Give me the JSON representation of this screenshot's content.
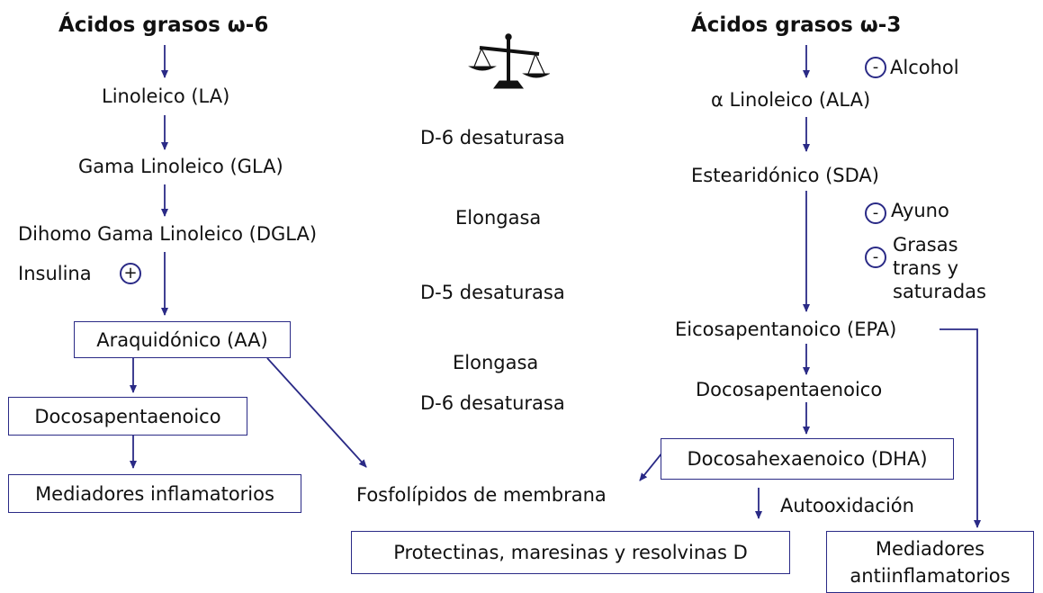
{
  "omega6": {
    "title": "Ácidos grasos ω-6",
    "la": "Linoleico (LA)",
    "gla": "Gama Linoleico (GLA)",
    "dgla": "Dihomo Gama Linoleico (DGLA)",
    "insulina": "Insulina",
    "insulina_sign": "+",
    "aa": "Araquidónico (AA)",
    "dpa": "Docosapentaenoico",
    "mediadores": "Mediadores inflamatorios"
  },
  "enzymes": {
    "d6_1": "D-6 desaturasa",
    "elongasa_1": "Elongasa",
    "d5": "D-5 desaturasa",
    "elongasa_2": "Elongasa",
    "d6_2": "D-6 desaturasa"
  },
  "center": {
    "scale_icon": "balance-scale-icon",
    "fosfolipidos": "Fosfolípidos de membrana"
  },
  "omega3": {
    "title": "Ácidos grasos ω-3",
    "ala": "α Linoleico (ALA)",
    "sda": "Estearidónico (SDA)",
    "epa": "Eicosapentanoico (EPA)",
    "dpa": "Docosapentaenoico",
    "dha": "Docosahexaenoico (DHA)",
    "autooxidacion": "Autooxidación",
    "protectinas": "Protectinas, maresinas y resolvinas D",
    "mediadores_line1": "Mediadores",
    "mediadores_line2": "antiinflamatorios"
  },
  "inhibitors": {
    "alcohol": "Alcohol",
    "ayuno": "Ayuno",
    "grasas_line1": "Grasas",
    "grasas_line2": "trans y",
    "grasas_line3": "saturadas",
    "sign": "-"
  },
  "colors": {
    "arrow": "#2a2a86",
    "box_border": "#2a2a86",
    "text": "#111111"
  }
}
